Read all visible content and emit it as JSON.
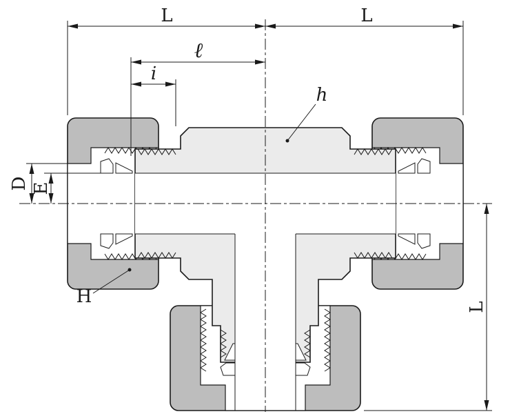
{
  "diagram": {
    "labels": {
      "L_left": "L",
      "L_right": "L",
      "l_small": "ℓ",
      "i": "i",
      "h": "h",
      "D": "D",
      "E": "E",
      "H": "H",
      "L_vertical": "L"
    },
    "colors": {
      "background": "#ffffff",
      "line": "#1a1a1a",
      "nut_fill": "#bdbdbd",
      "body_fill": "#ebebeb"
    }
  }
}
